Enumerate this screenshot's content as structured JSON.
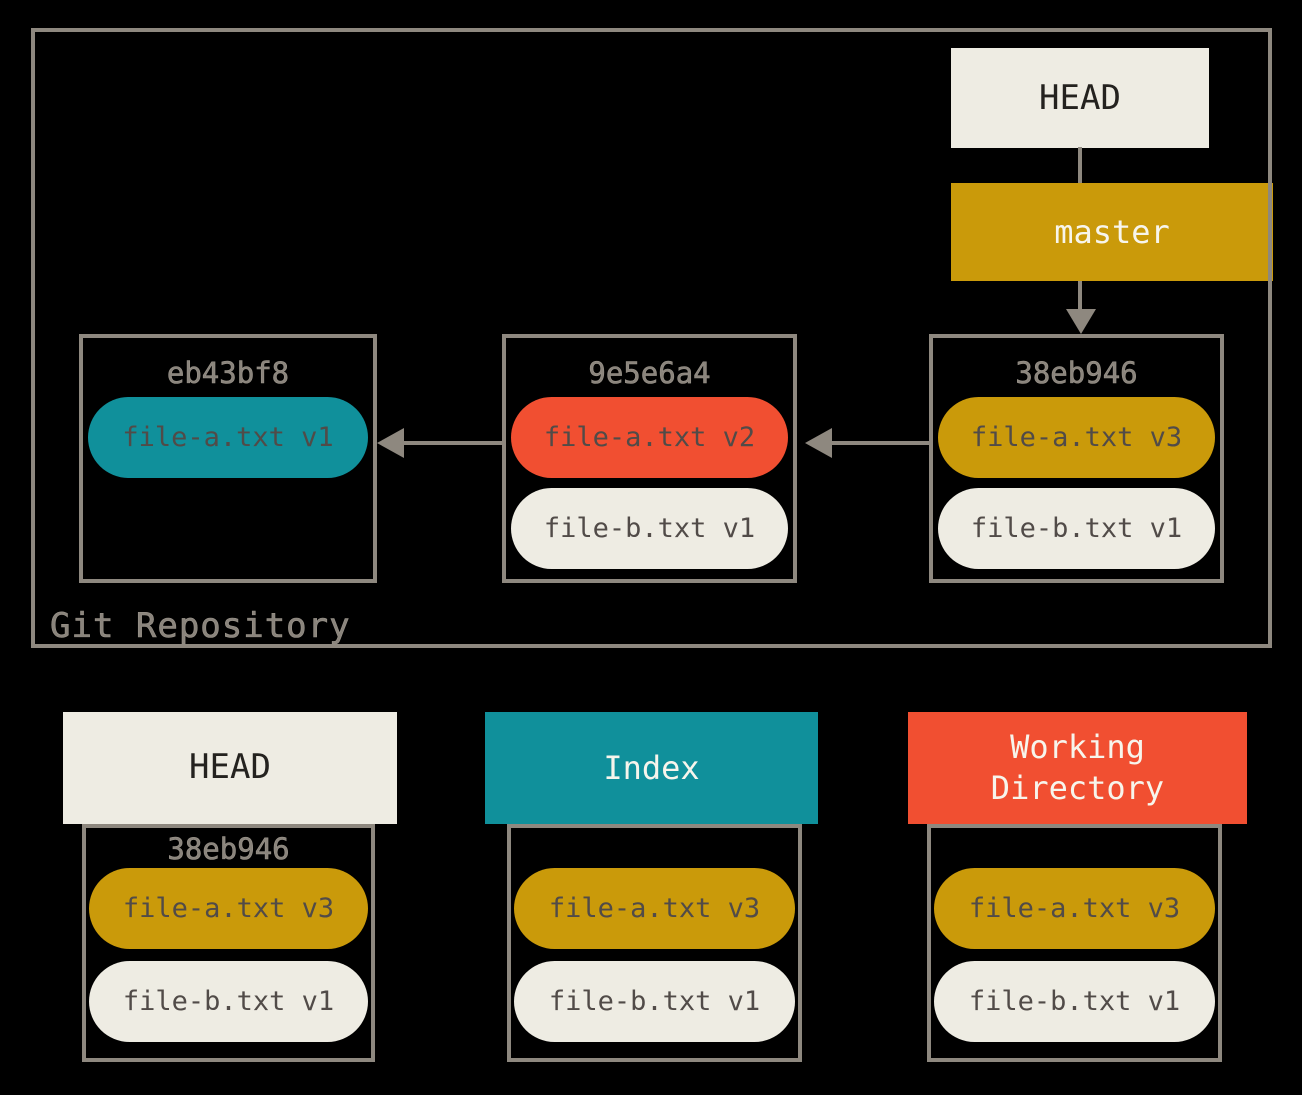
{
  "diagram": "git-head-index-workdir",
  "colors": {
    "background": "#000000",
    "line_gray": "#8e887f",
    "cream": "#eeece3",
    "gold": "#ca9a0a",
    "teal": "#10909b",
    "red": "#f14f31",
    "pill_text": "#514b48",
    "dark_text": "#24221f",
    "light_text": "#f7f5ec",
    "hash_text": "#8a847c"
  },
  "repo": {
    "label": "Git Repository",
    "head": "HEAD",
    "branch": "master",
    "commits": [
      {
        "hash": "eb43bf8",
        "files": [
          {
            "label": "file-a.txt v1",
            "color": "teal"
          }
        ]
      },
      {
        "hash": "9e5e6a4",
        "files": [
          {
            "label": "file-a.txt v2",
            "color": "red"
          },
          {
            "label": "file-b.txt v1",
            "color": "cream"
          }
        ]
      },
      {
        "hash": "38eb946",
        "files": [
          {
            "label": "file-a.txt v3",
            "color": "gold"
          },
          {
            "label": "file-b.txt v1",
            "color": "cream"
          }
        ]
      }
    ]
  },
  "areas": [
    {
      "title": "HEAD",
      "header_style": "cream",
      "hash": "38eb946",
      "files": [
        {
          "label": "file-a.txt v3",
          "color": "gold"
        },
        {
          "label": "file-b.txt v1",
          "color": "cream"
        }
      ]
    },
    {
      "title": "Index",
      "header_style": "teal",
      "hash": "",
      "files": [
        {
          "label": "file-a.txt v3",
          "color": "gold"
        },
        {
          "label": "file-b.txt v1",
          "color": "cream"
        }
      ]
    },
    {
      "title": "Working\nDirectory",
      "header_style": "red",
      "hash": "",
      "files": [
        {
          "label": "file-a.txt v3",
          "color": "gold"
        },
        {
          "label": "file-b.txt v1",
          "color": "cream"
        }
      ]
    }
  ]
}
